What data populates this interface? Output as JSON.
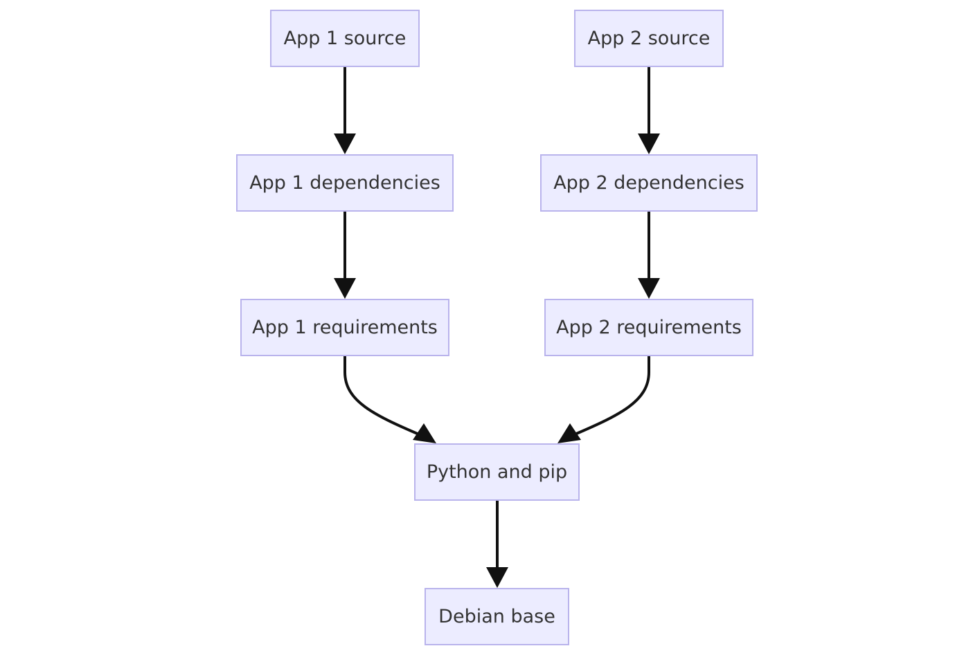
{
  "nodes": {
    "app1_source": "App 1 source",
    "app2_source": "App 2 source",
    "app1_dependencies": "App 1 dependencies",
    "app2_dependencies": "App 2 dependencies",
    "app1_requirements": "App 1 requirements",
    "app2_requirements": "App 2 requirements",
    "python_pip": "Python and pip",
    "debian_base": "Debian base"
  },
  "edges": [
    {
      "from": "app1_source",
      "to": "app1_dependencies"
    },
    {
      "from": "app2_source",
      "to": "app2_dependencies"
    },
    {
      "from": "app1_dependencies",
      "to": "app1_requirements"
    },
    {
      "from": "app2_dependencies",
      "to": "app2_requirements"
    },
    {
      "from": "app1_requirements",
      "to": "python_pip"
    },
    {
      "from": "app2_requirements",
      "to": "python_pip"
    },
    {
      "from": "python_pip",
      "to": "debian_base"
    }
  ],
  "colors": {
    "node_fill": "#ECECFF",
    "node_border": "#B9B3EC",
    "node_text": "#333333",
    "edge": "#111111"
  }
}
